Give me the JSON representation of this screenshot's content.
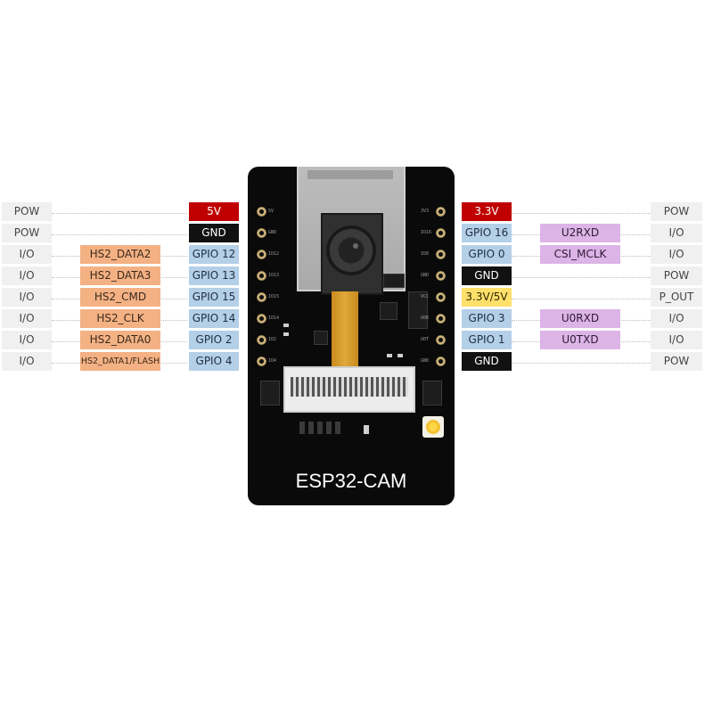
{
  "diagram": {
    "board_name": "ESP32-CAM",
    "colors": {
      "function": "#f0f0f0",
      "alternate": "#f4b183",
      "gpio": "#b4cfe8",
      "power_red": "#c00000",
      "ground": "#111111",
      "power_yellow": "#ffe06b",
      "peripheral": "#dcb4e6"
    },
    "left_pins": [
      {
        "silk": "5V",
        "func": "POW",
        "alt": "",
        "pin": "5V",
        "pin_style": "red"
      },
      {
        "silk": "GND",
        "func": "POW",
        "alt": "",
        "pin": "GND",
        "pin_style": "black"
      },
      {
        "silk": "IO12",
        "func": "I/O",
        "alt": "HS2_DATA2",
        "pin": "GPIO 12",
        "pin_style": "gpio"
      },
      {
        "silk": "IO13",
        "func": "I/O",
        "alt": "HS2_DATA3",
        "pin": "GPIO 13",
        "pin_style": "gpio"
      },
      {
        "silk": "IO15",
        "func": "I/O",
        "alt": "HS2_CMD",
        "pin": "GPIO 15",
        "pin_style": "gpio"
      },
      {
        "silk": "IO14",
        "func": "I/O",
        "alt": "HS2_CLK",
        "pin": "GPIO 14",
        "pin_style": "gpio"
      },
      {
        "silk": "IO2",
        "func": "I/O",
        "alt": "HS2_DATA0",
        "pin": "GPIO 2",
        "pin_style": "gpio"
      },
      {
        "silk": "IO4",
        "func": "I/O",
        "alt": "HS2_DATA1/FLASH",
        "pin": "GPIO 4",
        "pin_style": "gpio"
      }
    ],
    "right_pins": [
      {
        "silk": "3V3",
        "pin": "3.3V",
        "pin_style": "red",
        "alt": "",
        "func": "POW"
      },
      {
        "silk": "IO16",
        "pin": "GPIO 16",
        "pin_style": "gpio",
        "alt": "U2RXD",
        "func": "I/O"
      },
      {
        "silk": "IO0",
        "pin": "GPIO 0",
        "pin_style": "gpio",
        "alt": "CSI_MCLK",
        "func": "I/O"
      },
      {
        "silk": "GND",
        "pin": "GND",
        "pin_style": "black",
        "alt": "",
        "func": "POW"
      },
      {
        "silk": "VCC",
        "pin": "3.3V/5V",
        "pin_style": "yellow",
        "alt": "",
        "func": "P_OUT"
      },
      {
        "silk": "U0R",
        "pin": "GPIO 3",
        "pin_style": "gpio",
        "alt": "U0RXD",
        "func": "I/O"
      },
      {
        "silk": "U0T",
        "pin": "GPIO 1",
        "pin_style": "gpio",
        "alt": "U0TXD",
        "func": "I/O"
      },
      {
        "silk": "GND",
        "pin": "GND",
        "pin_style": "black",
        "alt": "",
        "func": "POW"
      }
    ]
  }
}
